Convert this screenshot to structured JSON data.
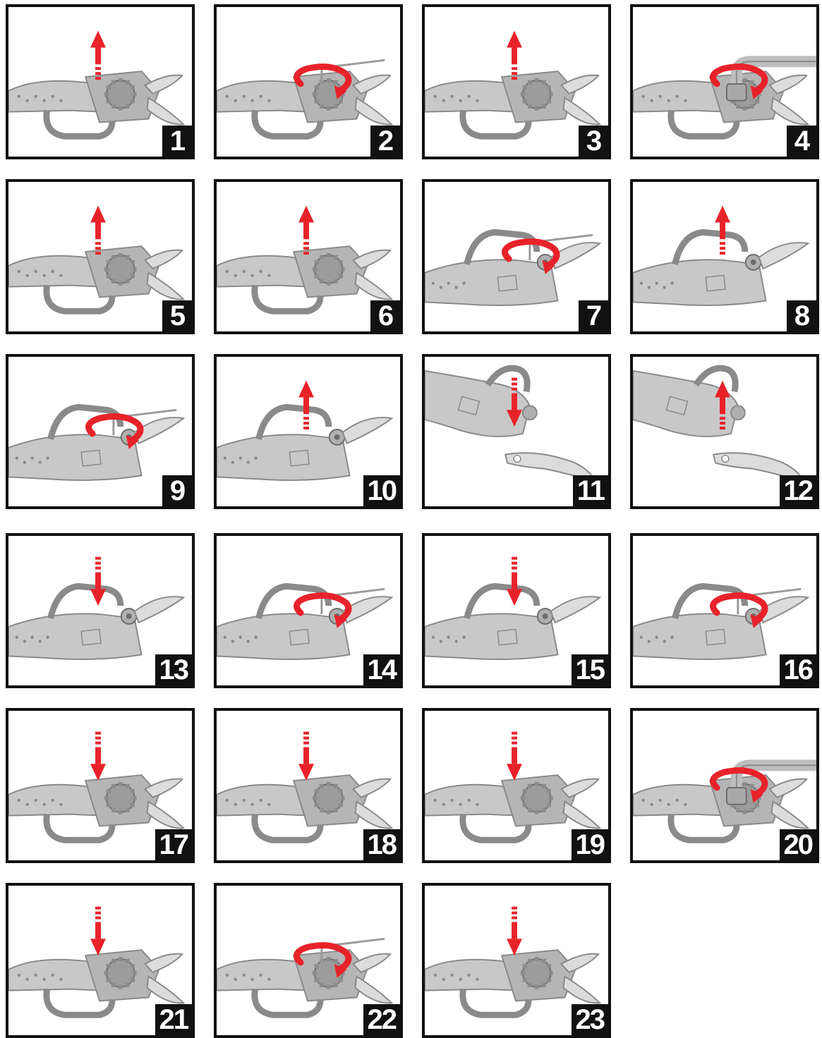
{
  "colors": {
    "border": "#111111",
    "arrow": "#e8222a",
    "tool": "#c8c8c8",
    "tool_dark": "#8a8a8a"
  },
  "panels": [
    {
      "step": "1",
      "view": "gear",
      "action": "arrow-up"
    },
    {
      "step": "2",
      "view": "gear",
      "action": "rotate"
    },
    {
      "step": "3",
      "view": "gear",
      "action": "arrow-up"
    },
    {
      "step": "4",
      "view": "gear",
      "action": "rotate-wrench"
    },
    {
      "step": "5",
      "view": "gear",
      "action": "arrow-up"
    },
    {
      "step": "6",
      "view": "gear",
      "action": "arrow-up"
    },
    {
      "step": "7",
      "view": "cover",
      "action": "rotate"
    },
    {
      "step": "8",
      "view": "cover",
      "action": "arrow-up"
    },
    {
      "step": "9",
      "view": "cover",
      "action": "rotate"
    },
    {
      "step": "10",
      "view": "cover",
      "action": "arrow-up"
    },
    {
      "step": "11",
      "view": "blade",
      "action": "arrow-down"
    },
    {
      "step": "12",
      "view": "blade",
      "action": "arrow-up"
    },
    {
      "step": "13",
      "view": "cover",
      "action": "arrow-down"
    },
    {
      "step": "14",
      "view": "cover",
      "action": "rotate"
    },
    {
      "step": "15",
      "view": "cover",
      "action": "arrow-down"
    },
    {
      "step": "16",
      "view": "cover",
      "action": "rotate"
    },
    {
      "step": "17",
      "view": "gear",
      "action": "arrow-down"
    },
    {
      "step": "18",
      "view": "gear",
      "action": "arrow-down"
    },
    {
      "step": "19",
      "view": "gear",
      "action": "arrow-down"
    },
    {
      "step": "20",
      "view": "gear",
      "action": "rotate-wrench"
    },
    {
      "step": "21",
      "view": "gear",
      "action": "arrow-down"
    },
    {
      "step": "22",
      "view": "gear",
      "action": "rotate"
    },
    {
      "step": "23",
      "view": "gear",
      "action": "arrow-down"
    }
  ]
}
